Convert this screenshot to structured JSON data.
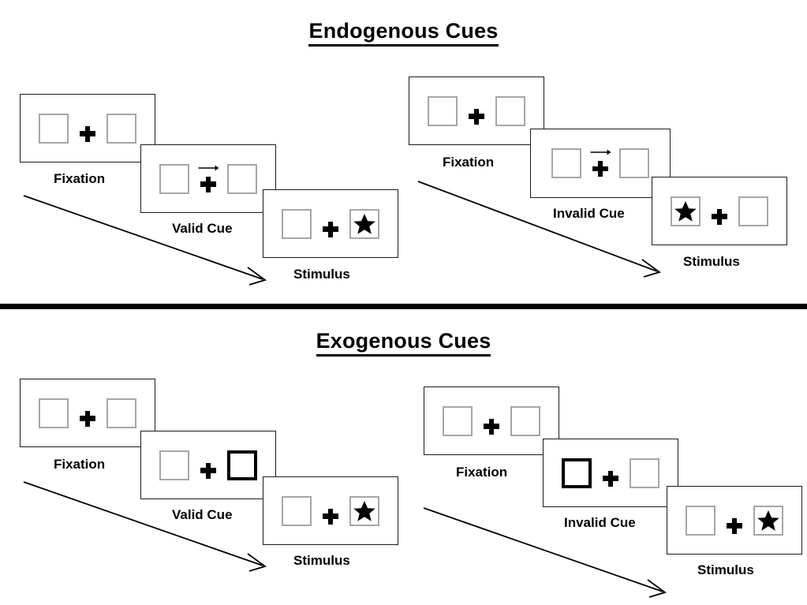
{
  "sections": [
    {
      "title": "Endogenous Cues",
      "cue_type": "arrow",
      "sequences": [
        {
          "name": "valid",
          "frames": [
            {
              "label": "Fixation",
              "left_box": "empty",
              "right_box": "empty",
              "cue": "none"
            },
            {
              "label": "Valid Cue",
              "left_box": "empty",
              "right_box": "empty",
              "cue": "arrow-right"
            },
            {
              "label": "Stimulus",
              "left_box": "empty",
              "right_box": "star",
              "cue": "none"
            }
          ]
        },
        {
          "name": "invalid",
          "frames": [
            {
              "label": "Fixation",
              "left_box": "empty",
              "right_box": "empty",
              "cue": "none"
            },
            {
              "label": "Invalid Cue",
              "left_box": "empty",
              "right_box": "empty",
              "cue": "arrow-right"
            },
            {
              "label": "Stimulus",
              "left_box": "star",
              "right_box": "empty",
              "cue": "none"
            }
          ]
        }
      ]
    },
    {
      "title": "Exogenous Cues",
      "cue_type": "peripheral-box",
      "sequences": [
        {
          "name": "valid",
          "frames": [
            {
              "label": "Fixation",
              "left_box": "empty",
              "right_box": "empty",
              "cue": "none"
            },
            {
              "label": "Valid Cue",
              "left_box": "empty",
              "right_box": "thick",
              "cue": "none"
            },
            {
              "label": "Stimulus",
              "left_box": "empty",
              "right_box": "star",
              "cue": "none"
            }
          ]
        },
        {
          "name": "invalid",
          "frames": [
            {
              "label": "Fixation",
              "left_box": "empty",
              "right_box": "empty",
              "cue": "none"
            },
            {
              "label": "Invalid Cue",
              "left_box": "thick",
              "right_box": "empty",
              "cue": "none"
            },
            {
              "label": "Stimulus",
              "left_box": "empty",
              "right_box": "star",
              "cue": "none"
            }
          ]
        }
      ]
    }
  ],
  "labels": {
    "endogenous_title": "Endogenous Cues",
    "exogenous_title": "Exogenous Cues",
    "fixation": "Fixation",
    "valid_cue": "Valid Cue",
    "invalid_cue": "Invalid Cue",
    "stimulus": "Stimulus"
  },
  "colors": {
    "box_border": "#a6a6a6",
    "cue_box_border": "#000000",
    "panel_border": "#1a1a1a",
    "ink": "#000000",
    "background": "#ffffff"
  },
  "icons": {
    "star": "star-icon",
    "fixation_cross": "plus-icon",
    "cue_arrow": "arrow-right-icon",
    "time_arrow": "time-arrow-icon"
  }
}
